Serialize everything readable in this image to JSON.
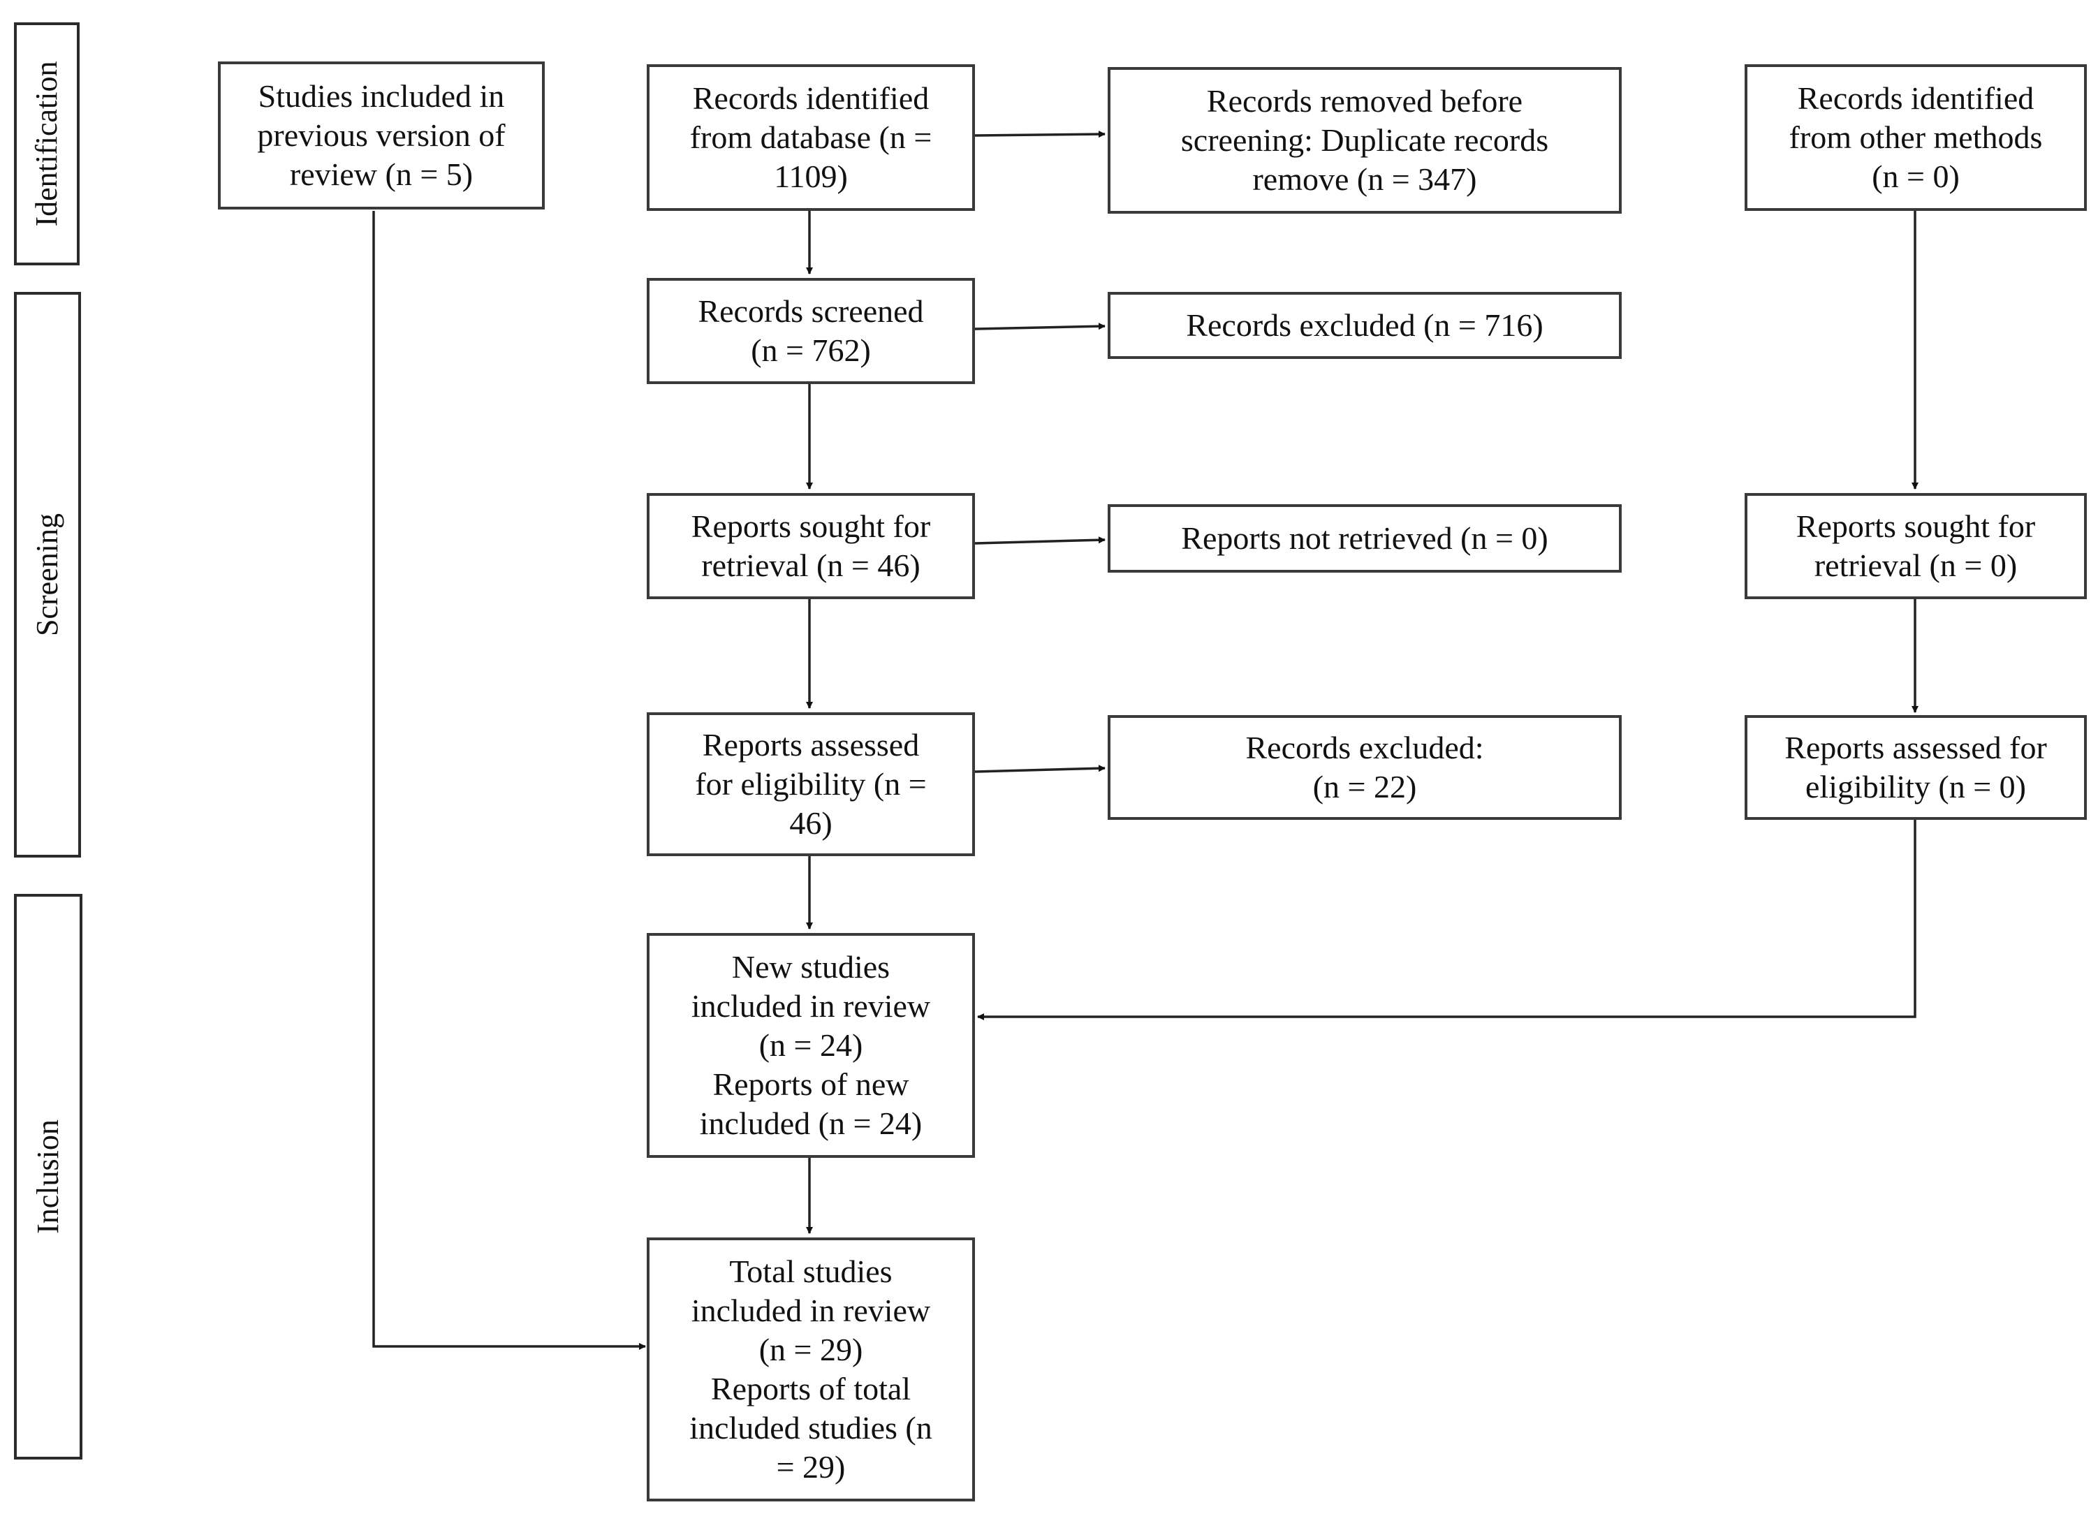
{
  "phases": {
    "identification": "Identification",
    "screening": "Screening",
    "inclusion": "Inclusion"
  },
  "boxes": {
    "previous_studies": "Studies included in\nprevious version of\nreview (n = 5)",
    "records_identified_database": "Records identified\nfrom database (n =\n1109)",
    "records_removed": "Records removed before\nscreening: Duplicate records\nremove (n = 347)",
    "records_identified_other": "Records identified\nfrom other methods\n(n = 0)",
    "records_screened": "Records screened\n(n = 762)",
    "records_excluded": "Records excluded (n = 716)",
    "reports_sought_database": "Reports sought for\nretrieval (n = 46)",
    "reports_not_retrieved": "Reports not retrieved (n = 0)",
    "reports_sought_other": "Reports sought for\nretrieval (n = 0)",
    "reports_assessed_database": "Reports assessed\nfor eligibility (n =\n46)",
    "records_excluded_eligibility": "Records excluded:\n(n = 22)",
    "reports_assessed_other": "Reports assessed for\neligibility (n = 0)",
    "new_studies_included": "New studies\nincluded in review\n(n = 24)\nReports of new\nincluded (n = 24)",
    "total_studies_included": "Total studies\nincluded in review\n(n = 29)\nReports of total\nincluded studies (n\n= 29)"
  }
}
